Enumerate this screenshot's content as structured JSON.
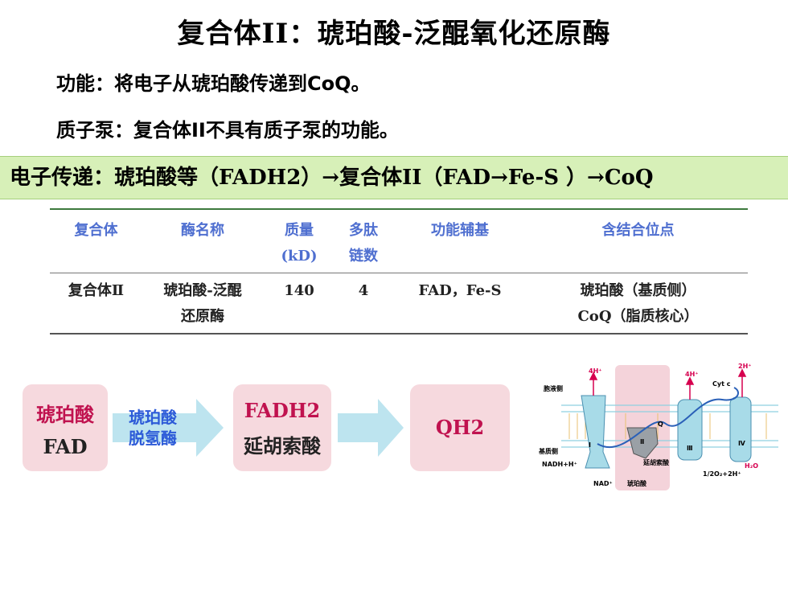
{
  "title": "复合体II：琥珀酸-泛醌氧化还原酶",
  "function_line": "功能：将电子从琥珀酸传递到CoQ。",
  "pump_line": "质子泵：复合体II不具有质子泵的功能。",
  "banner": "电子传递：琥珀酸等（FADH2）→复合体II（FAD→Fe-S ）→CoQ",
  "table": {
    "headers": [
      [
        "复合体"
      ],
      [
        "酶名称"
      ],
      [
        "质量",
        "(kD)"
      ],
      [
        "多肽",
        "链数"
      ],
      [
        "功能辅基"
      ],
      [
        "含结合位点"
      ]
    ],
    "row": {
      "complex": "复合体Ⅱ",
      "enzyme": [
        "琥珀酸-泛醌",
        "还原酶"
      ],
      "mass": "140",
      "chains": "4",
      "prosthetic": "FAD，Fe-S",
      "sites": [
        "琥珀酸（基质侧）",
        "CoQ（脂质核心）"
      ]
    }
  },
  "flow": {
    "box1": [
      "琥珀酸",
      "FAD"
    ],
    "enzyme": [
      "琥珀酸",
      "脱氢酶"
    ],
    "box2": [
      "FADH2",
      "延胡索酸"
    ],
    "box3": "QH2"
  },
  "diagram": {
    "side_top": "胞液侧",
    "side_bottom": "基质侧",
    "h4_1": "4H⁺",
    "h4_2": "4H⁺",
    "h2": "2H⁺",
    "cytc": "Cyt c",
    "q": "Q",
    "roman": [
      "Ⅰ",
      "Ⅱ",
      "Ⅲ",
      "Ⅳ"
    ],
    "nadh": "NADH+H⁺",
    "nad": "NAD⁺",
    "fumarate": "延胡索酸",
    "succinate": "琥珀酸",
    "h2o": "H₂O",
    "o2": "1/2O₂+2H⁺",
    "colors": {
      "pink_band": "#f4d3da",
      "membrane": "#8fd0e0",
      "protein_blue": "#a8dbe8",
      "red": "#d6004f"
    }
  }
}
